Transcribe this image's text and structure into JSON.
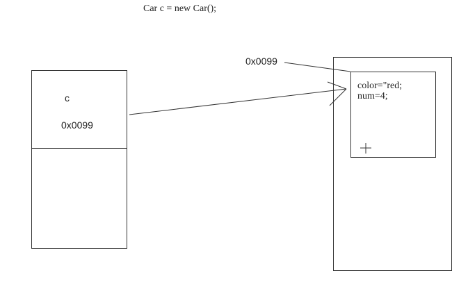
{
  "statement": "Car c = new Car();",
  "stack": {
    "var_name": "c",
    "var_value": "0x0099"
  },
  "heap": {
    "address": "0x0099",
    "fields": [
      "color=\"red;",
      "num=4;"
    ]
  }
}
